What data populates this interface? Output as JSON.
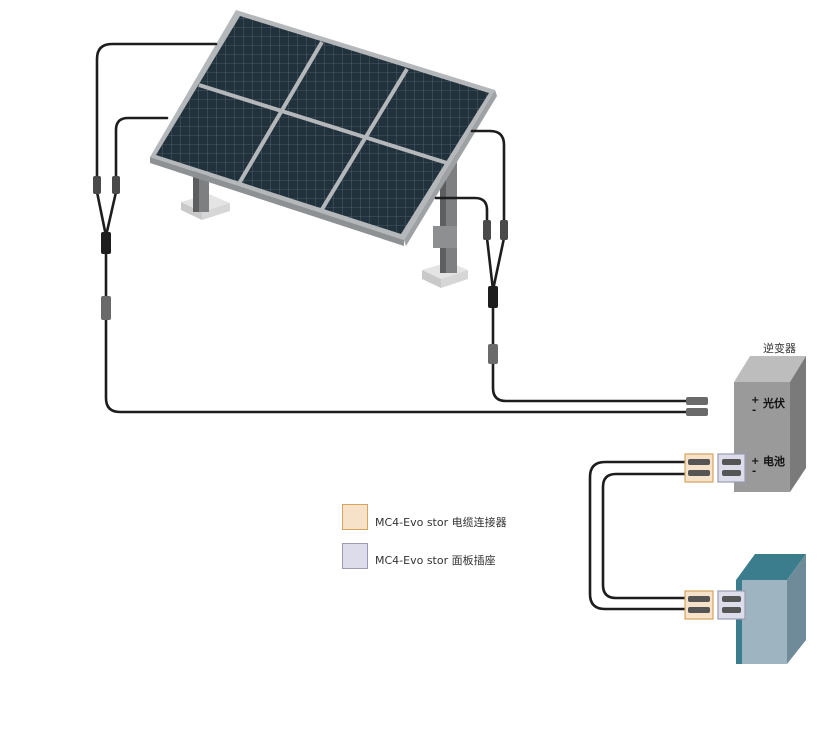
{
  "inverter": {
    "title": "逆变器",
    "pv_label": "光伏",
    "pv_plus": "+",
    "pv_minus": "-",
    "battery_label": "电池",
    "battery_plus": "+",
    "battery_minus": "-"
  },
  "legend": {
    "items": [
      {
        "label": "MC4-Evo stor 电缆连接器",
        "fill": "#f6e2c8",
        "border": "#d7a35d"
      },
      {
        "label": "MC4-Evo stor 面板插座",
        "fill": "#dcdcea",
        "border": "#9b9bb4"
      }
    ]
  },
  "colors": {
    "cable": "#1d1d1d",
    "panel_cells": "#1f2d38",
    "panel_frame": "#b5b8ba",
    "inverter": "#9a9a9a",
    "battery_front": "#9fb4c1",
    "battery_top": "#3b7d8c"
  }
}
